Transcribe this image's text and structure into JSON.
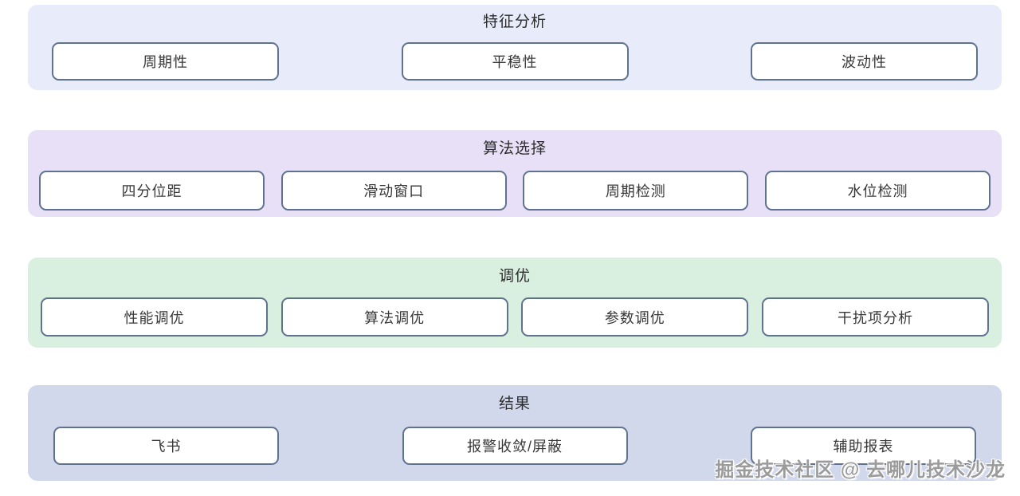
{
  "colors": {
    "page_background": "#ffffff",
    "band_feature_analysis": "#e8ecfa",
    "band_algorithm_selection": "#e7e0f6",
    "band_tuning": "#d9efdf",
    "band_result": "#d2d8ec",
    "node_border": "#5f7390",
    "node_background": "#ffffff",
    "node_text": "#383838",
    "title_text": "#2d2d2d",
    "watermark_text": "#9b9b9b"
  },
  "sections": [
    {
      "title": "特征分析",
      "items": [
        "周期性",
        "平稳性",
        "波动性"
      ]
    },
    {
      "title": "算法选择",
      "items": [
        "四分位距",
        "滑动窗口",
        "周期检测",
        "水位检测"
      ]
    },
    {
      "title": "调优",
      "items": [
        "性能调优",
        "算法调优",
        "参数调优",
        "干扰项分析"
      ]
    },
    {
      "title": "结果",
      "items": [
        "飞书",
        "报警收敛/屏蔽",
        "辅助报表"
      ]
    }
  ],
  "watermark": {
    "text": "掘金技术社区 @ 去哪儿技术沙龙"
  }
}
